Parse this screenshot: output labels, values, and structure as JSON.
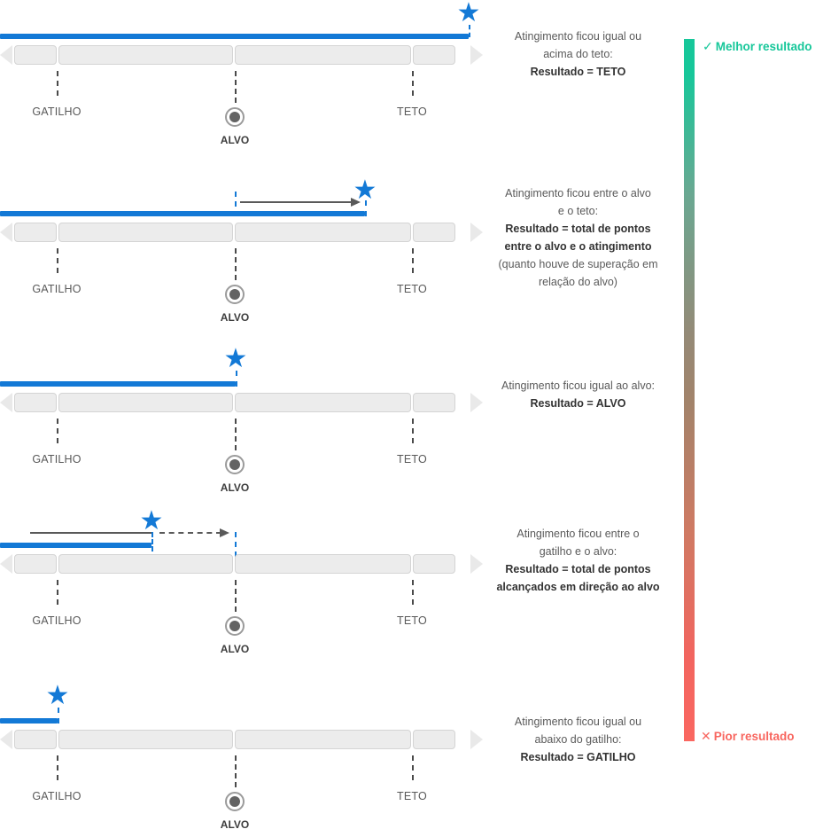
{
  "axis": {
    "trigger_label": "GATILHO",
    "target_label": "ALVO",
    "cap_label": "TETO"
  },
  "scale": {
    "best": "Melhor resultado",
    "best_mark": "✓",
    "worst": "Pior resultado",
    "worst_mark": "✕",
    "best_color": "#17c79a",
    "worst_color": "#f8665f"
  },
  "colors": {
    "attainment_bar": "#1379d6",
    "star": "#1379d6",
    "track": "#ececec",
    "tick": "#4a4a4a"
  },
  "rows": [
    {
      "id": "row-teto",
      "desc_line1": "Atingimento ficou igual ou",
      "desc_line2": "acima do teto:",
      "desc_bold": "Resultado = TETO",
      "desc_note": "",
      "star_glyph": "★"
    },
    {
      "id": "row-entre-alvo-teto",
      "desc_line1": "Atingimento ficou entre o alvo",
      "desc_line2": "e o teto:",
      "desc_bold": "Resultado = total de pontos entre o alvo e o atingimento",
      "desc_note": "(quanto houve de superação em relação do alvo)",
      "star_glyph": "★"
    },
    {
      "id": "row-alvo",
      "desc_line1": "Atingimento ficou igual ao alvo:",
      "desc_line2": "",
      "desc_bold": "Resultado = ALVO",
      "desc_note": "",
      "star_glyph": "★"
    },
    {
      "id": "row-entre-gatilho-alvo",
      "desc_line1": "Atingimento ficou entre o",
      "desc_line2": "gatilho e o alvo:",
      "desc_bold": "Resultado = total de pontos alcançados em direção ao alvo",
      "desc_note": "",
      "star_glyph": "★"
    },
    {
      "id": "row-gatilho",
      "desc_line1": "Atingimento ficou igual ou",
      "desc_line2": "abaixo do gatilho:",
      "desc_bold": "Resultado = GATILHO",
      "desc_note": "",
      "star_glyph": "★"
    }
  ]
}
